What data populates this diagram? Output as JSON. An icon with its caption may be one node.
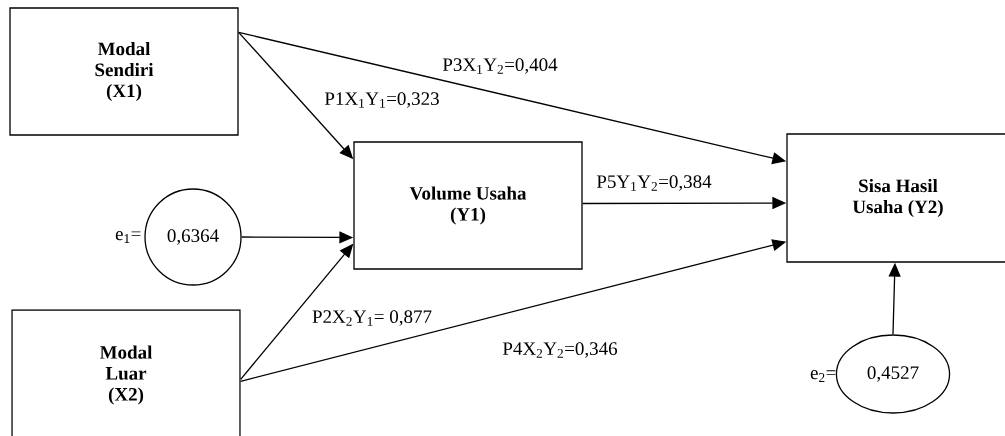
{
  "diagram": {
    "nodes": [
      {
        "text": [
          "Modal Sendiri (X1)"
        ]
      },
      {
        "text": [
          "0,6364"
        ],
        "beside": [
          "e$_{1}$="
        ]
      },
      {
        "text": [
          "Volume Usaha (Y1)"
        ]
      },
      {
        "text": [
          "Modal Luar (X2)"
        ]
      },
      {
        "text": [
          "Sisa Hasil Usaha (Y2)"
        ]
      },
      {
        "text": [
          "0,4527"
        ],
        "beside": [
          "e$_{2}$="
        ]
      }
    ],
    "edges": [
      {
        "from": 0,
        "to": 2,
        "arrow": "to",
        "label": "P1X$_{1}$Y$_{1}$=0,323"
      },
      {
        "from": 0,
        "to": 4,
        "arrow": "to",
        "label": "P3X$_{1}$Y$_{2}$=0,404"
      },
      {
        "from": 1,
        "to": 2,
        "arrow": "to"
      },
      {
        "from": 3,
        "to": 2,
        "arrow": "to",
        "label": "P2X$_{2}$Y$_{1}$= 0,877"
      },
      {
        "from": 3,
        "to": 4,
        "arrow": "to",
        "label": "P4X$_{2}$Y$_{2}$=0,346"
      },
      {
        "from": 2,
        "to": 4,
        "arrow": "to",
        "label": "P5Y$_{1}$Y$_{2}$=0,384"
      },
      {
        "from": 5,
        "to": 4,
        "arrow": "to"
      }
    ]
  }
}
